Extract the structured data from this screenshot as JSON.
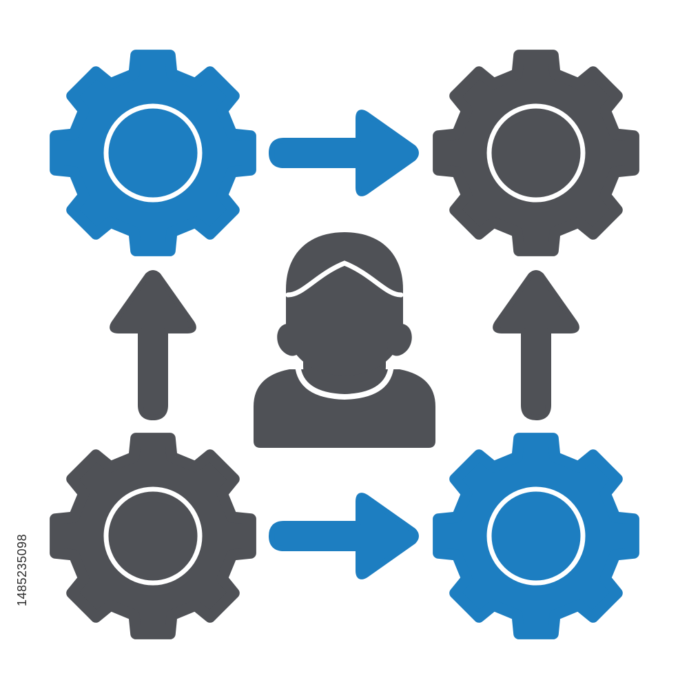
{
  "colors": {
    "blue": "#1d7ec1",
    "dark": "#4f5156",
    "ring": "#ffffff",
    "background": "#ffffff"
  },
  "gears": [
    {
      "id": "top-left",
      "color": "blue",
      "icon": "gear-icon"
    },
    {
      "id": "top-right",
      "color": "dark",
      "icon": "gear-icon"
    },
    {
      "id": "bottom-left",
      "color": "dark",
      "icon": "gear-icon"
    },
    {
      "id": "bottom-right",
      "color": "blue",
      "icon": "gear-icon"
    }
  ],
  "arrows": [
    {
      "id": "top",
      "direction": "right",
      "color": "blue",
      "icon": "arrow-right-icon"
    },
    {
      "id": "bottom",
      "direction": "right",
      "color": "blue",
      "icon": "arrow-right-icon"
    },
    {
      "id": "left",
      "direction": "up",
      "color": "dark",
      "icon": "arrow-up-icon"
    },
    {
      "id": "right",
      "direction": "up",
      "color": "dark",
      "icon": "arrow-up-icon"
    }
  ],
  "person": {
    "color": "dark",
    "icon": "user-icon"
  },
  "stock_id": "1485235098"
}
